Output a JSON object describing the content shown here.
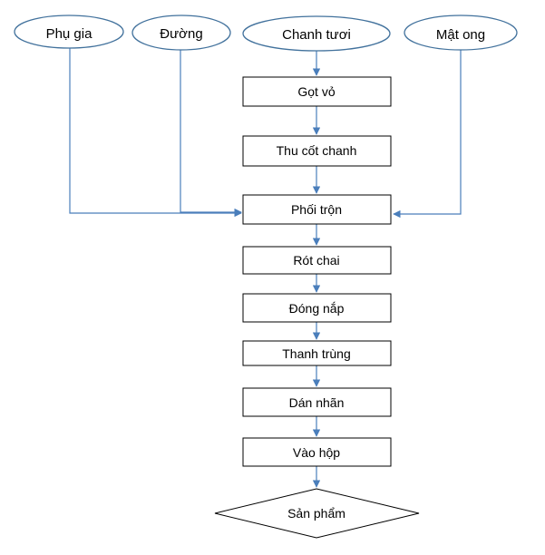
{
  "inputs": {
    "phu_gia": "Phụ gia",
    "duong": "Đường",
    "chanh_tuoi": "Chanh tươi",
    "mat_ong": "Mật ong"
  },
  "steps": {
    "got_vo": "Gọt vỏ",
    "thu_cot_chanh": "Thu cốt chanh",
    "phoi_tron": "Phối trộn",
    "rot_chai": "Rót chai",
    "dong_nap": "Đóng nắp",
    "thanh_trung": "Thanh trùng",
    "dan_nhan": "Dán nhãn",
    "vao_hop": "Vào hộp"
  },
  "output": {
    "san_pham": "Sản phẩm"
  },
  "colors": {
    "outline": "#41719c",
    "connector": "#4a7ebb",
    "box_border": "#000000"
  }
}
